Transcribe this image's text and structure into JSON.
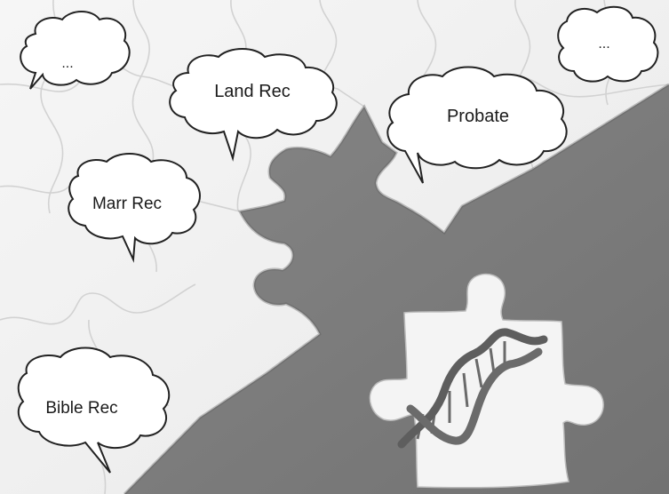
{
  "colors": {
    "background_gray": "#7d7d7d",
    "puzzle_white": "#f2f2f2",
    "piece_line": "#cfcfcf",
    "dna_strand": "#5f5f5f",
    "bubble_fill": "#ffffff",
    "bubble_stroke": "#222222"
  },
  "bubbles": {
    "top_left_ellipsis": "...",
    "top_right_ellipsis": "...",
    "land_records": "Land Rec",
    "probate": "Probate",
    "marriage_records": "Marr Rec",
    "bible_records": "Bible Rec"
  },
  "loose_piece": {
    "icon": "dna-double-helix-icon"
  }
}
